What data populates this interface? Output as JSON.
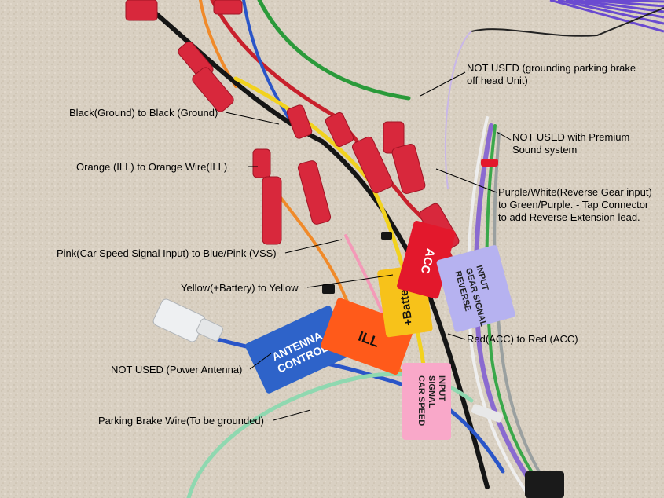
{
  "callouts": {
    "not_used_parking_1": "NOT USED (grounding parking brake",
    "not_used_parking_2": "off head Unit)",
    "not_used_premium_1": "NOT USED with  Premium",
    "not_used_premium_2": "Sound system",
    "black_ground": "Black(Ground) to Black (Ground)",
    "orange_ill": "Orange (ILL) to Orange Wire(ILL)",
    "purple_white_1": "Purple/White(Reverse Gear input)",
    "purple_white_2": "to Green/Purple. - Tap Connector",
    "purple_white_3": "to add Reverse Extension lead.",
    "pink_vss": "Pink(Car Speed Signal Input) to Blue/Pink (VSS)",
    "yellow_battery": "Yellow(+Battery) to Yellow",
    "red_acc": "Red(ACC) to Red (ACC)",
    "not_used_antenna": "NOT USED (Power Antenna)",
    "parking_brake": "Parking Brake Wire(To be grounded)"
  },
  "tags": {
    "antenna_1": "ANTENNA",
    "antenna_2": "CONTROL",
    "ill": "ILL",
    "battery": "+Battery",
    "acc": "ACC",
    "reverse_1": "REVERSE",
    "reverse_2": "GEAR SIGNAL",
    "reverse_3": "INPUT",
    "car_speed_1": "CAR SPEED",
    "car_speed_2": "SIGNAL",
    "car_speed_3": "INPUT"
  },
  "colors": {
    "carpet": "#d9d0c2",
    "connector_red": "#d8283c",
    "wire_black": "#151515",
    "wire_orange": "#f08a2a",
    "wire_yellow": "#f2d21e",
    "wire_green": "#2a9a3a",
    "wire_blue": "#2a55c8",
    "wire_purple": "#8a6ad0",
    "wire_pink": "#f39ab8",
    "wire_mint": "#8fd8b0",
    "tag_blue": "#2e63c9",
    "tag_orange": "#ff5a1a",
    "tag_yellow": "#f7c21a",
    "tag_red": "#e3182c",
    "tag_lavender": "#b6b2f0",
    "tag_pink": "#f9a8c9"
  }
}
